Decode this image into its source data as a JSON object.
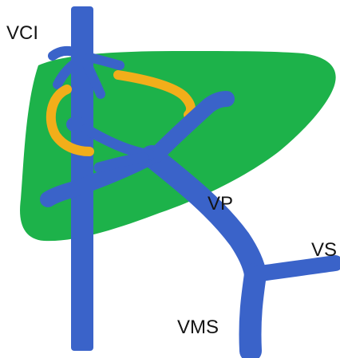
{
  "labels": {
    "vci": "VCI",
    "vp": "VP",
    "vs": "VS",
    "vms": "VMS"
  },
  "colors": {
    "liver": "#1db24a",
    "vein": "#3a63c9",
    "duct": "#f2ae1a",
    "text": "#141414",
    "background": "#ffffff"
  }
}
